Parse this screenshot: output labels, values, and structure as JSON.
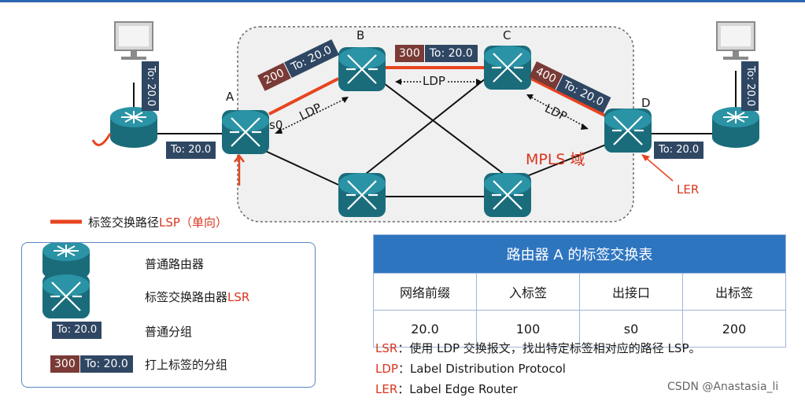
{
  "colors": {
    "accent_red": "#e8441f",
    "router_teal": "#1f7f90",
    "tag_dark": "#2f4763",
    "label_brown": "#7a3a36",
    "header_blue": "#2e75c0"
  },
  "diagram": {
    "domain_label": "MPLS 域",
    "node_labels": {
      "a": "A",
      "b": "B",
      "c": "C",
      "d": "D"
    },
    "interface_label": "s0",
    "ler_label": "LER",
    "ldp_label": "LDP",
    "packet_left": "To: 20.0",
    "packet_right": "To: 20.0",
    "host_left_tag": "To: 20.0",
    "host_right_tag": "To: 20.0",
    "tag_ab": {
      "label": "200",
      "dest": "To: 20.0"
    },
    "tag_bc": {
      "label": "300",
      "dest": "To: 20.0"
    },
    "tag_cd": {
      "label": "400",
      "dest": "To: 20.0"
    },
    "lsp_legend": {
      "prefix": "标签交换路径",
      "suffix": "LSP（单向）"
    }
  },
  "legend": {
    "normal_router": "普通路由器",
    "lsr_prefix": "标签交换路由器",
    "lsr_suffix": "LSR",
    "normal_packet_tag": "To: 20.0",
    "normal_packet": "普通分组",
    "labeled_tag_num": "300",
    "labeled_tag_dest": "To: 20.0",
    "labeled_packet": "打上标签的分组"
  },
  "table": {
    "title": "路由器 A 的标签交换表",
    "headers": [
      "网络前缀",
      "入标签",
      "出接口",
      "出标签"
    ],
    "row": [
      "20.0",
      "100",
      "s0",
      "200"
    ]
  },
  "notes": [
    {
      "key": "LSR",
      "text": "：使用 LDP 交换报文，找出特定标签相对应的路径 LSP。"
    },
    {
      "key": "LDP",
      "text": "：Label Distribution Protocol"
    },
    {
      "key": "LER",
      "text": "：Label Edge Router"
    }
  ],
  "watermark": "CSDN @Anastasia_li"
}
